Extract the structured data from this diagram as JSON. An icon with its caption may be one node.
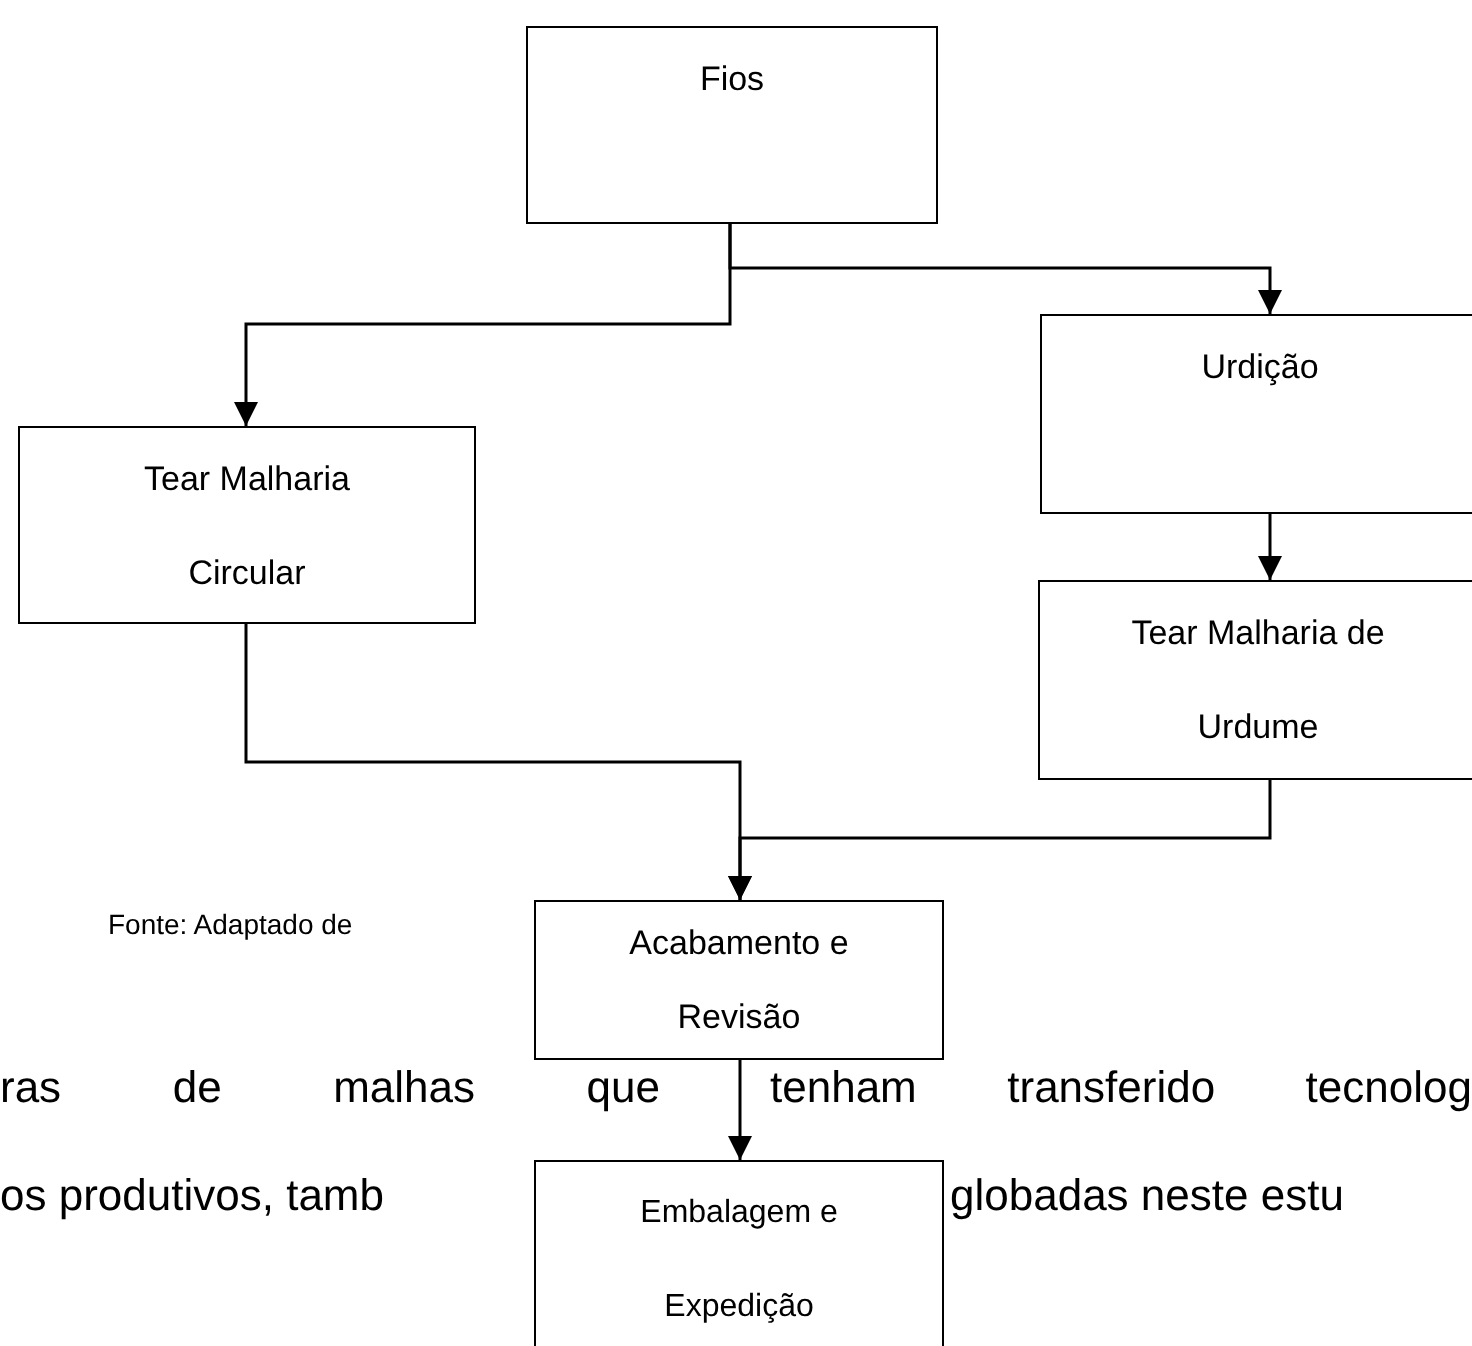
{
  "diagram": {
    "nodes": [
      {
        "text": [
          "Fios"
        ]
      },
      {
        "text": [
          "Tear Malharia Circular"
        ]
      },
      {
        "text": [
          "Urdição"
        ]
      },
      {
        "text": [
          "Tear Malharia de Urdume"
        ]
      },
      {
        "text": [
          "Acabamento e Revisão"
        ]
      },
      {
        "text": [
          "Embalagem e Expedição"
        ]
      }
    ],
    "edges": [
      {
        "from": 0,
        "to": 1,
        "arrow": "to"
      },
      {
        "from": 0,
        "to": 2,
        "arrow": "to"
      },
      {
        "from": 2,
        "to": 3,
        "arrow": "to"
      },
      {
        "from": 1,
        "to": 4,
        "arrow": "to"
      },
      {
        "from": 3,
        "to": 4,
        "arrow": "to"
      },
      {
        "from": 4,
        "to": 5,
        "arrow": "to"
      }
    ],
    "labels": [
      "Fonte: Adaptado de",
      "ras de malhas que",
      "tenham transferido tecnolog",
      "os produtivos, tamb",
      "globadas neste estu"
    ]
  }
}
